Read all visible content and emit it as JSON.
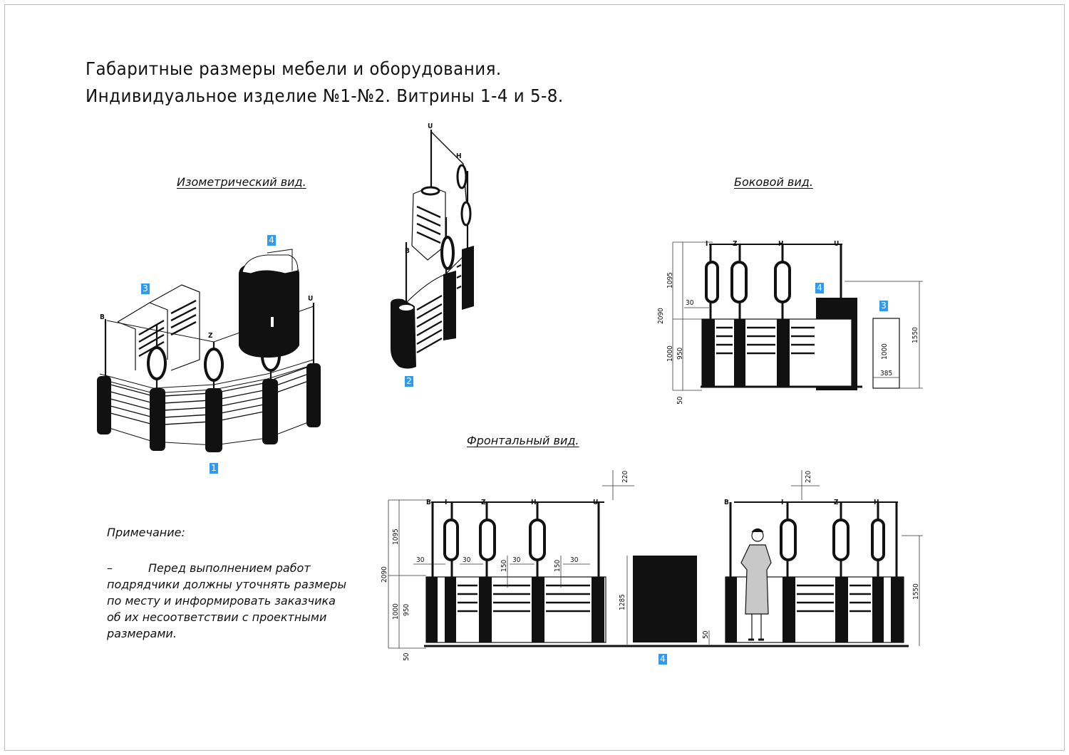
{
  "title": {
    "line1": "Габаритные размеры мебели и оборудования.",
    "line2": "Индивидуальное изделие №1-№2. Витрины 1-4 и 5-8."
  },
  "views": {
    "isometric": "Изометрический вид.",
    "side": "Боковой вид.",
    "front": "Фронтальный вид."
  },
  "note": {
    "heading": "Примечание:",
    "dash": "–",
    "text": "Перед выполнением работ подрядчики должны уточнять размеры по месту и информировать заказчика об их несоответствии с проектными размерами."
  },
  "badges": {
    "iso_1": "1",
    "iso_3": "3",
    "iso_4": "4",
    "iso_2": "2",
    "side_4": "4",
    "side_3": "3",
    "front_4": "4"
  },
  "sign_letters": [
    "B",
    "I",
    "Z",
    "H",
    "U"
  ],
  "dimensions": {
    "side": {
      "h_total": "2090",
      "h_top": "1095",
      "h_counter": "1000",
      "h_body": "950",
      "h_base": "50",
      "post": "30",
      "cabinet_h": "1000",
      "cabinet_w": "385",
      "tall_h": "1550"
    },
    "front_left": {
      "h_total": "2090",
      "h_top": "1095",
      "h_counter": "1000",
      "h_body": "950",
      "h_base": "50",
      "sign": "220",
      "post_1": "30",
      "post_2": "30",
      "post_3": "30",
      "post_4": "30",
      "gap_1": "150",
      "gap_2": "150",
      "box_h": "1285",
      "box_base": "50"
    },
    "front_right": {
      "sign": "220",
      "tall_h": "1550"
    }
  },
  "colors": {
    "ink": "#111111",
    "badge": "#2f9bf0",
    "frame": "#bdbdbd"
  }
}
